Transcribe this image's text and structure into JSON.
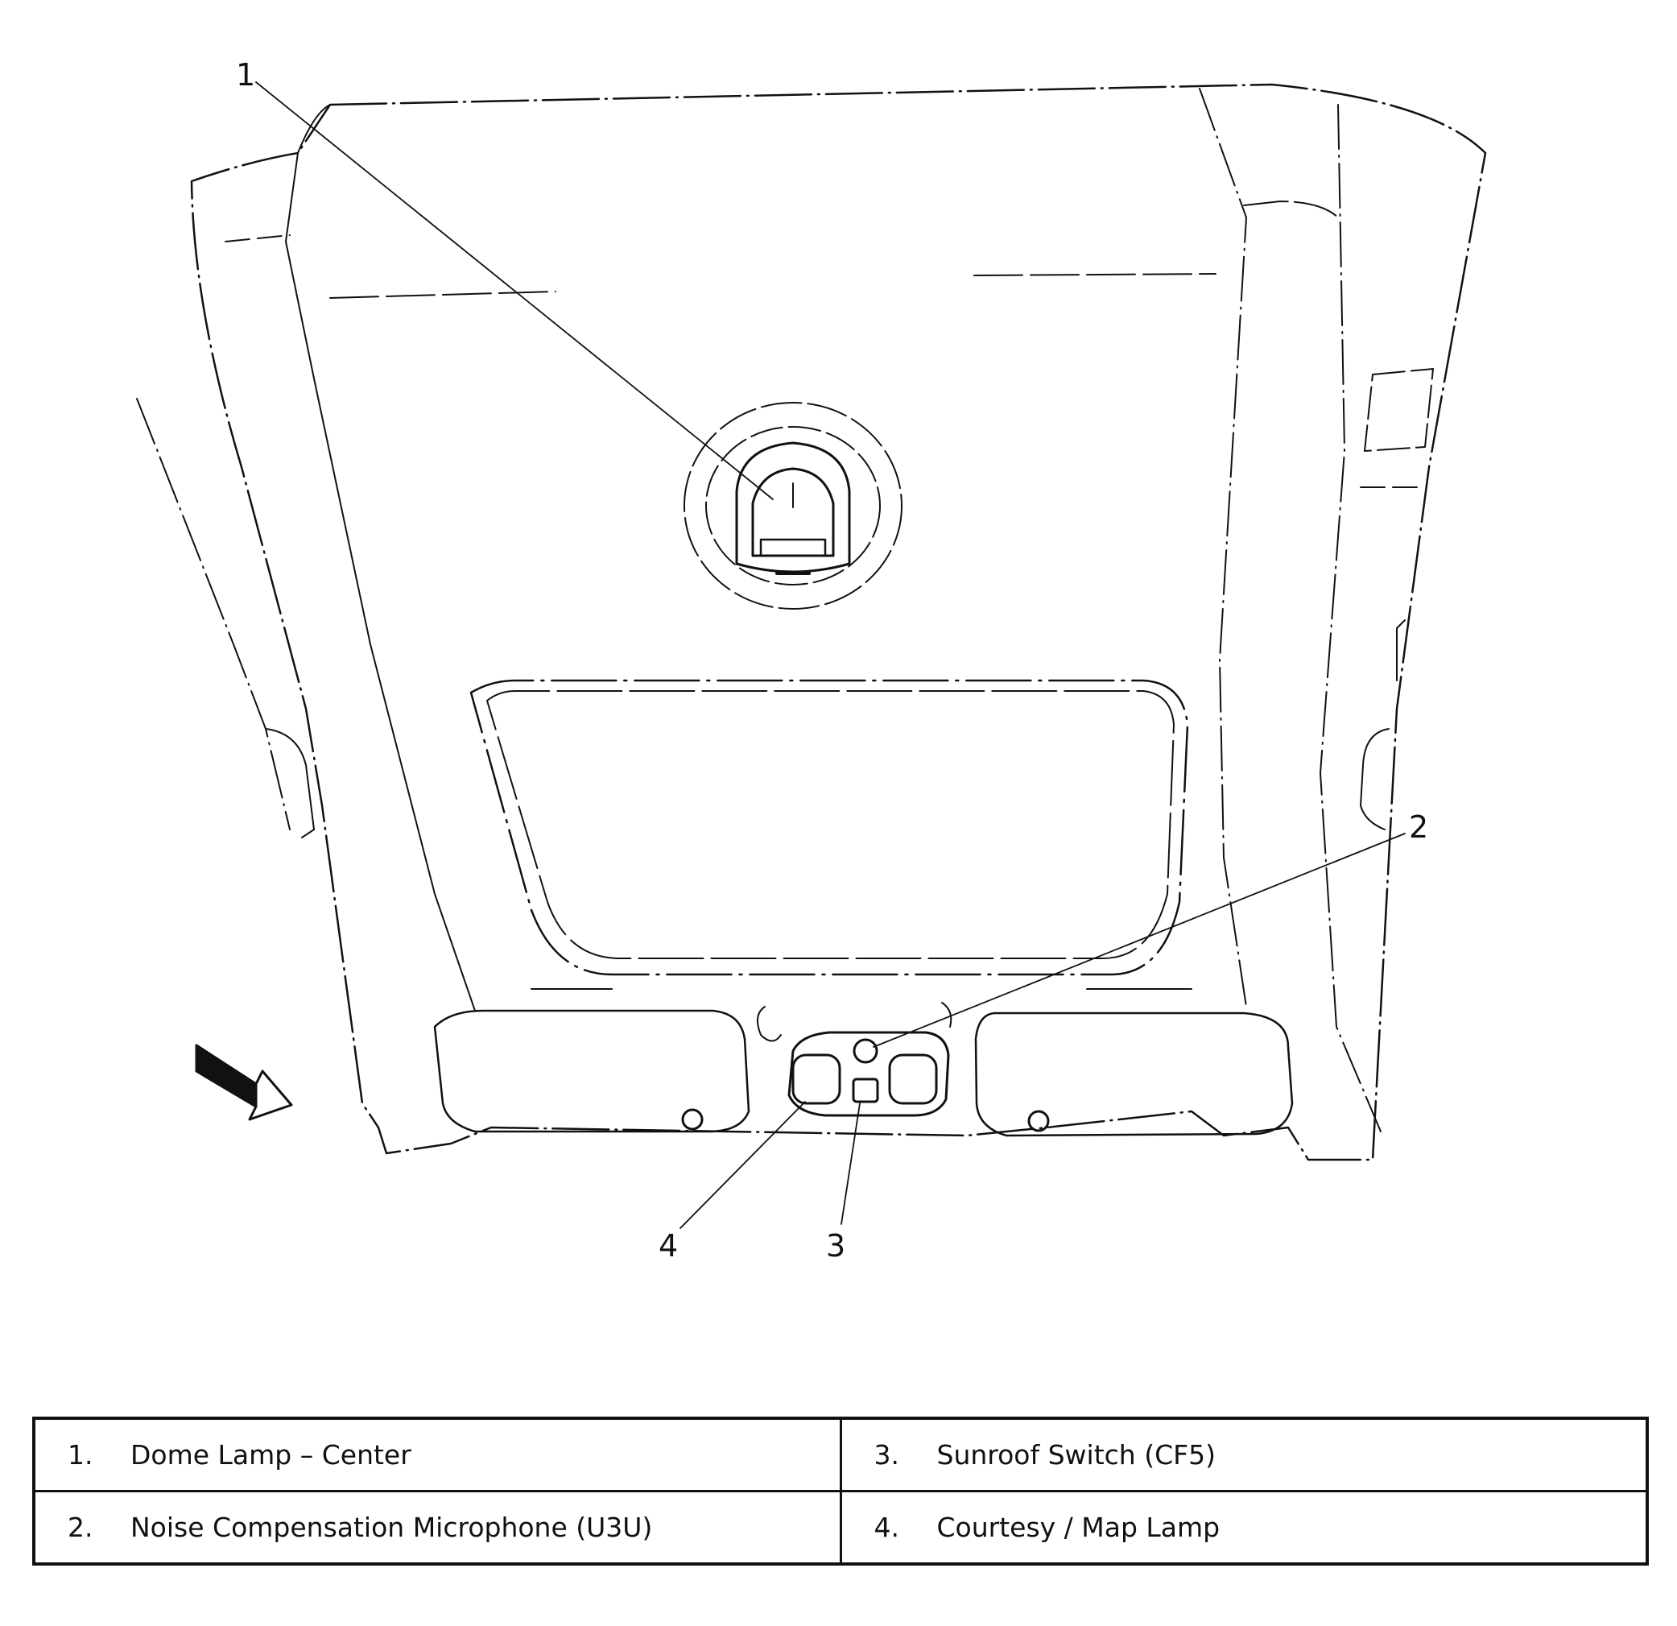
{
  "callouts": [
    {
      "id": "1",
      "label": "1"
    },
    {
      "id": "2",
      "label": "2"
    },
    {
      "id": "3",
      "label": "3"
    },
    {
      "id": "4",
      "label": "4"
    }
  ],
  "legend": {
    "rows": [
      [
        {
          "number": "1.",
          "text": "Dome Lamp – Center"
        },
        {
          "number": "3.",
          "text": "Sunroof Switch (CF5)"
        }
      ],
      [
        {
          "number": "2.",
          "text": "Noise Compensation Microphone (U3U)"
        },
        {
          "number": "4.",
          "text": "Courtesy / Map Lamp"
        }
      ]
    ]
  },
  "icons": {
    "direction_arrow": "front-direction-arrow-icon"
  },
  "colors": {
    "line": "#111111",
    "background": "#ffffff"
  }
}
